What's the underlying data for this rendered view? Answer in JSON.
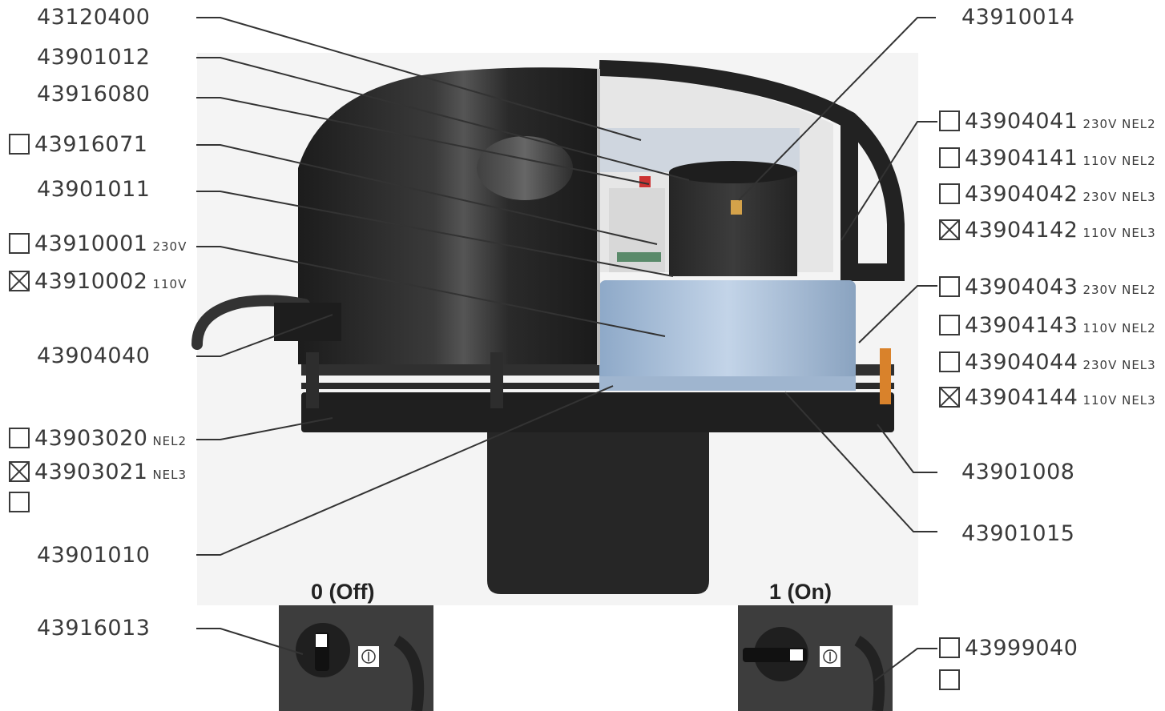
{
  "switches": {
    "off_label": "0 (Off)",
    "on_label": "1 (On)"
  },
  "left_labels": [
    {
      "id": "l1",
      "text": "43120400",
      "sub": "",
      "checkbox": "none"
    },
    {
      "id": "l2",
      "text": "43901012",
      "sub": "",
      "checkbox": "none"
    },
    {
      "id": "l3",
      "text": "43916080",
      "sub": "",
      "checkbox": "none"
    },
    {
      "id": "l4",
      "text": "43916071",
      "sub": "",
      "checkbox": "unchecked"
    },
    {
      "id": "l5",
      "text": "43901011",
      "sub": "",
      "checkbox": "none"
    },
    {
      "id": "l6",
      "text": "43910001",
      "sub": "230V",
      "checkbox": "unchecked"
    },
    {
      "id": "l7",
      "text": "43910002",
      "sub": "110V",
      "checkbox": "checked"
    },
    {
      "id": "l8",
      "text": "43904040",
      "sub": "",
      "checkbox": "none"
    },
    {
      "id": "l9",
      "text": "43903020",
      "sub": "NEL2",
      "checkbox": "unchecked"
    },
    {
      "id": "l10",
      "text": "43903021",
      "sub": "NEL3",
      "checkbox": "checked"
    },
    {
      "id": "l11",
      "text": "43901010",
      "sub": "",
      "checkbox": "none"
    },
    {
      "id": "l12",
      "text": "43916013",
      "sub": "",
      "checkbox": "none"
    }
  ],
  "right_labels": [
    {
      "id": "r1",
      "text": "43910014",
      "sub": "",
      "checkbox": "none"
    },
    {
      "id": "r2",
      "text": "43904041",
      "sub": "230V NEL2",
      "checkbox": "unchecked"
    },
    {
      "id": "r3",
      "text": "43904141",
      "sub": "110V NEL2",
      "checkbox": "unchecked"
    },
    {
      "id": "r4",
      "text": "43904042",
      "sub": "230V NEL3",
      "checkbox": "unchecked"
    },
    {
      "id": "r5",
      "text": "43904142",
      "sub": "110V NEL3",
      "checkbox": "checked"
    },
    {
      "id": "r6",
      "text": "43904043",
      "sub": "230V NEL2",
      "checkbox": "unchecked"
    },
    {
      "id": "r7",
      "text": "43904143",
      "sub": "110V NEL2",
      "checkbox": "unchecked"
    },
    {
      "id": "r8",
      "text": "43904044",
      "sub": "230V NEL3",
      "checkbox": "unchecked"
    },
    {
      "id": "r9",
      "text": "43904144",
      "sub": "110V NEL3",
      "checkbox": "checked"
    },
    {
      "id": "r10",
      "text": "43901008",
      "sub": "",
      "checkbox": "none"
    },
    {
      "id": "r11",
      "text": "43901015",
      "sub": "",
      "checkbox": "none"
    },
    {
      "id": "r12",
      "text": "43999040",
      "sub": "",
      "checkbox": "unchecked"
    }
  ],
  "extra_checkboxes": [
    {
      "id": "x1",
      "state": "unchecked"
    },
    {
      "id": "x2",
      "state": "unchecked"
    }
  ],
  "colors": {
    "housing": "#2a2a2a",
    "fan": "#a9bfd9",
    "text": "#3a3a3a",
    "leader": "#333333",
    "accent_orange": "#d9822b"
  }
}
